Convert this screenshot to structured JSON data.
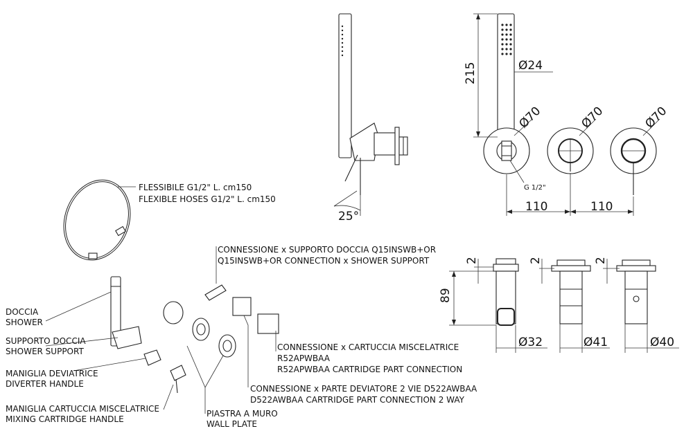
{
  "labels": {
    "hose_it": "FLESSIBILE G1/2\" L. cm150",
    "hose_en": "FLEXIBLE HOSES  G1/2\" L. cm150",
    "shower_it": "DOCCIA",
    "shower_en": "SHOWER",
    "support_it": "SUPPORTO DOCCIA",
    "support_en": "SHOWER SUPPORT",
    "diverter_it": "MANIGLIA DEVIATRICE",
    "diverter_en": "DIVERTER HANDLE",
    "mixing_it": "MANIGLIA CARTUCCIA MISCELATRICE",
    "mixing_en": "MIXING CARTRIDGE HANDLE",
    "wallplate_it": "PIASTRA A MURO",
    "wallplate_en": "WALL PLATE",
    "conn_support_1": "CONNESSIONE x SUPPORTO DOCCIA Q15INSWB+OR",
    "conn_support_2": "Q15INSWB+OR CONNECTION x SHOWER SUPPORT",
    "conn_mix_1": "CONNESSIONE x CARTUCCIA MISCELATRICE",
    "conn_mix_2": "R52APWBAA",
    "conn_mix_3": "R52APWBAA CARTRIDGE PART CONNECTION",
    "conn_div_1": "CONNESSIONE x PARTE DEVIATORE 2 VIE D522AWBAA",
    "conn_div_2": "D522AWBAA CARTRIDGE PART CONNECTION 2 WAY"
  },
  "dimensions": {
    "angle": "25°",
    "height_215": "215",
    "dia_24": "Ø24",
    "dia_70_a": "Ø70",
    "dia_70_b": "Ø70",
    "dia_70_c": "Ø70",
    "thread": "G 1/2\"",
    "spacing_1": "110",
    "spacing_2": "110",
    "depth_89": "89",
    "gap_1": "2",
    "gap_2": "2",
    "gap_3": "2",
    "dia_32": "Ø32",
    "dia_41": "Ø41",
    "dia_40": "Ø40"
  }
}
